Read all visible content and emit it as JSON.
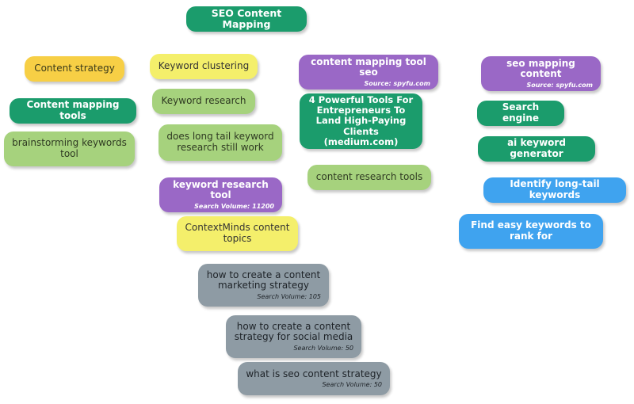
{
  "title": "SEO Content Mapping",
  "nodes": [
    {
      "id": "content-strategy",
      "text": "Content strategy"
    },
    {
      "id": "content-mapping-tools",
      "text": "Content mapping tools"
    },
    {
      "id": "brainstorming-keywords-tool",
      "text": "brainstorming keywords tool"
    },
    {
      "id": "keyword-clustering",
      "text": "Keyword clustering"
    },
    {
      "id": "keyword-research",
      "text": "Keyword research"
    },
    {
      "id": "long-tail-keyword-research",
      "text": "does long tail keyword research still work"
    },
    {
      "id": "keyword-research-tool",
      "text": "keyword research tool",
      "meta": "Search Volume: 11200"
    },
    {
      "id": "contextminds-content-topics",
      "text": "ContextMinds content topics"
    },
    {
      "id": "content-marketing-strategy",
      "text": "how to create a content marketing strategy",
      "meta": "Search Volume: 105"
    },
    {
      "id": "social-media-strategy",
      "text": "how to create a content strategy for social media",
      "meta": "Search Volume: 50"
    },
    {
      "id": "what-is-seo-content-strategy",
      "text": "what is seo content strategy",
      "meta": "Search Volume: 50"
    },
    {
      "id": "content-mapping-tool-seo",
      "text": "content mapping tool seo",
      "meta": "Source: spyfu.com"
    },
    {
      "id": "powerful-tools-entrepreneurs",
      "text": "4 Powerful Tools For Entrepreneurs To Land High-Paying Clients (medium.com)"
    },
    {
      "id": "content-research-tools",
      "text": "content research tools"
    },
    {
      "id": "seo-mapping-content",
      "text": "seo mapping content",
      "meta": "Source: spyfu.com"
    },
    {
      "id": "search-engine",
      "text": "Search engine"
    },
    {
      "id": "ai-keyword-generator",
      "text": "ai keyword generator"
    },
    {
      "id": "identify-long-tail-keywords",
      "text": "Identify long-tail keywords"
    },
    {
      "id": "find-easy-keywords",
      "text": "Find easy keywords to rank for"
    }
  ],
  "colors": {
    "yellow": "#f7cf45",
    "light_yellow": "#f4ef6b",
    "green": "#1b9c6c",
    "light_green": "#a6d27d",
    "purple": "#9a68c6",
    "blue": "#3fa3ef",
    "gray": "#8e9ba4"
  }
}
